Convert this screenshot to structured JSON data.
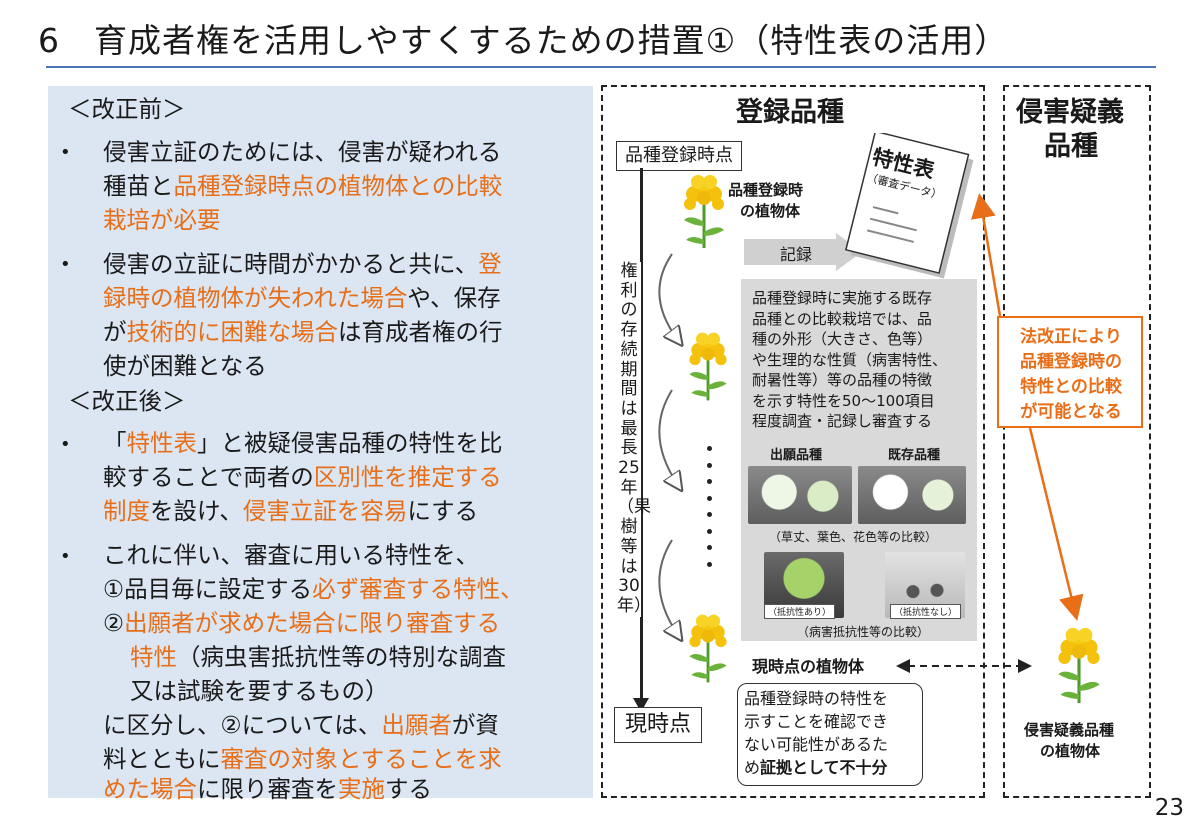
{
  "title": "6　育成者権を活用しやすくするための措置①（特性表の活用）",
  "page_number": "23",
  "colors": {
    "accent": "#e86e18",
    "rule": "#4d74b4",
    "panel": "#dbe6f2",
    "gray_box": "#d9d9d9"
  },
  "left": {
    "before_heading": "＜改正前＞",
    "after_heading": "＜改正後＞",
    "bullet": "•",
    "b1": {
      "l1": "侵害立証のためには、侵害が疑われる",
      "l2a": "種苗と",
      "l2b": "品種登録時点の植物体との比較",
      "l3": "栽培が必要"
    },
    "b2": {
      "l1a": "侵害の立証に時間がかかると共に、",
      "l1b": "登",
      "l2a": "録時の植物体が失われた場合",
      "l2b": "や、保存",
      "l3a": "が",
      "l3b": "技術的に困難な場合",
      "l3c": "は育成者権の行",
      "l4": "使が困難となる"
    },
    "b3": {
      "l1a": "「",
      "l1b": "特性表",
      "l1c": "」と被疑侵害品種の特性を比",
      "l2a": "較することで両者の",
      "l2b": "区別性を推定する",
      "l3a": "制度",
      "l3b": "を設け、",
      "l3c": "侵害立証を容易",
      "l3d": "にする"
    },
    "b4": {
      "l1": "これに伴い、審査に用いる特性を、",
      "l2a": "①品目毎に設定する",
      "l2b": "必ず審査する特性、",
      "l3a": "②",
      "l3b": "出願者が求めた場合に限り審査する",
      "l4a": "特性",
      "l4b": "（病虫害抵抗性等の特別な調査",
      "l5": "又は試験を要するもの）",
      "l6a": "に区分し、②については、",
      "l6b": "出願者",
      "l6c": "が資",
      "l7a": "料とともに",
      "l7b": "審査の対象とすることを求",
      "l8a": "めた場合",
      "l8b": "に限り審査を",
      "l8c": "実施",
      "l8d": "する"
    }
  },
  "right": {
    "registered_heading": "登録品種",
    "infringing_heading_l1": "侵害疑義",
    "infringing_heading_l2": "品種",
    "start_label": "品種登録時点",
    "now_label": "現時点",
    "timeline_text": "権利の存続期間は最長25年（果樹等は30年）",
    "plant_at_registration_l1": "品種登録時",
    "plant_at_registration_l2": "の植物体",
    "record_label": "記録",
    "spec_title": "特性表",
    "spec_subtitle": "（審査データ）",
    "gray_box_lines": [
      "品種登録時に実施する既存",
      "品種との比較栽培では、品",
      "種の外形（大きさ、色等）",
      "や生理的な性質（病害特性、",
      "耐暑性等）等の品種の特徴",
      "を示す特性を50～100項目",
      "程度調査・記録し審査する"
    ],
    "applied_variety": "出願品種",
    "existing_variety": "既存品種",
    "caption_1": "（草丈、葉色、花色等の比較）",
    "resistant_tag": "（抵抗性あり）",
    "non_resistant_tag": "（抵抗性なし）",
    "caption_2": "（病害抵抗性等の比較）",
    "law_box_lines": [
      "法改正により",
      "品種登録時の",
      "特性との比較",
      "が可能となる"
    ],
    "current_plant_label": "現時点の植物体",
    "callout_l1": "品種登録時の特性を",
    "callout_l2": "示すことを確認でき",
    "callout_l3": "ない可能性があるた",
    "callout_l4a": "め",
    "callout_l4b": "証拠として不十分",
    "infringing_plant_l1": "侵害疑義品種",
    "infringing_plant_l2": "の植物体"
  }
}
